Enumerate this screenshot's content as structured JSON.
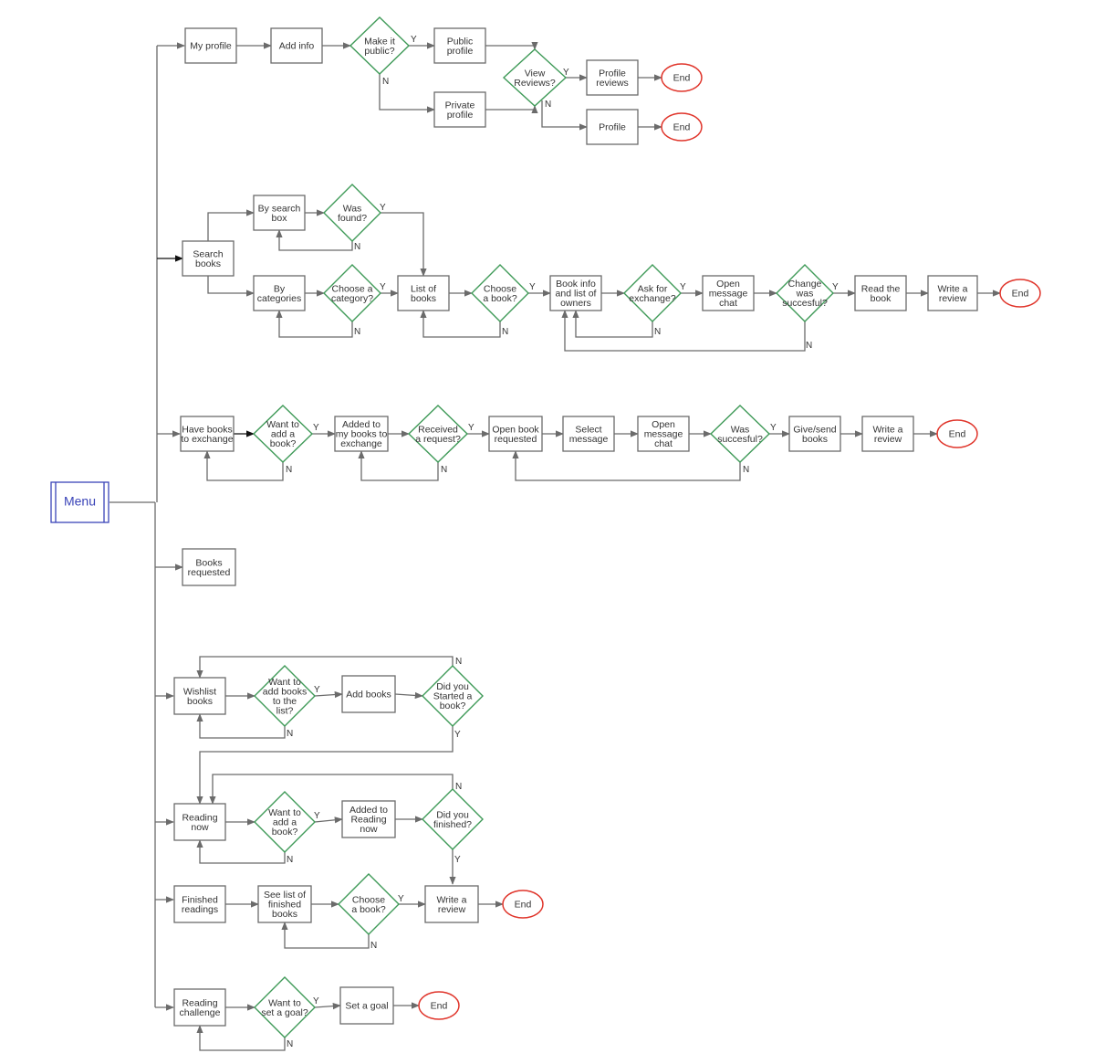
{
  "colors": {
    "process_border": "#6b6b6b",
    "decision_border": "#3f9a58",
    "end_border": "#e0352b",
    "menu_border": "#3a44b8",
    "connector": "#6b6b6b",
    "text": "#333333"
  },
  "labels": {
    "yes": "Y",
    "no": "N"
  },
  "nodes": {
    "menu": "Menu",
    "my_profile": "My profile",
    "add_info": "Add info",
    "make_public": "Make it\npublic?",
    "public_profile": "Public\nprofile",
    "private_profile": "Private\nprofile",
    "view_reviews": "View\nReviews?",
    "profile_reviews": "Profile\nreviews",
    "profile": "Profile",
    "end_1": "End",
    "end_2": "End",
    "search_books": "Search\nbooks",
    "by_search_box": "By search\nbox",
    "was_found": "Was\nfound?",
    "by_categories": "By\ncategories",
    "choose_category": "Choose a\ncategory?",
    "list_of_books": "List of\nbooks",
    "choose_book_1": "Choose\na book?",
    "book_info": "Book info\nand list of\nowners",
    "ask_exchange": "Ask for\nexchange?",
    "open_chat_1": "Open\nmessage\nchat",
    "change_successful": "Change\nwas\nsuccesful?",
    "read_book": "Read the\nbook",
    "write_review_1": "Write a\nreview",
    "end_3": "End",
    "have_books": "Have books\nto exchange",
    "want_add_1": "Want to\nadd a\nbook?",
    "added_to_my_books": "Added to\nmy books to\nexchange",
    "received_request": "Received\na request?",
    "open_book_requested": "Open book\nrequested",
    "select_message": "Select\nmessage",
    "open_chat_2": "Open\nmessage\nchat",
    "was_successful": "Was\nsuccesful?",
    "give_send": "Give/send\nbooks",
    "write_review_2": "Write a\nreview",
    "end_4": "End",
    "books_requested": "Books\nrequested",
    "wishlist": "Wishlist\nbooks",
    "want_add_list": "Want to\nadd books\nto the\nlist?",
    "add_books": "Add books",
    "did_start": "Did you\nStarted a\nbook?",
    "reading_now": "Reading\nnow",
    "want_add_2": "Want to\nadd a\nbook?",
    "added_reading": "Added to\nReading\nnow",
    "did_finish": "Did you\nfinished?",
    "finished_readings": "Finished\nreadings",
    "see_list_finished": "See list of\nfinished\nbooks",
    "choose_book_2": "Choose\na book?",
    "write_review_3": "Write a\nreview",
    "end_5": "End",
    "reading_challenge": "Reading\nchallenge",
    "want_goal": "Want to\nset a goal?",
    "set_goal": "Set a goal",
    "end_6": "End"
  }
}
